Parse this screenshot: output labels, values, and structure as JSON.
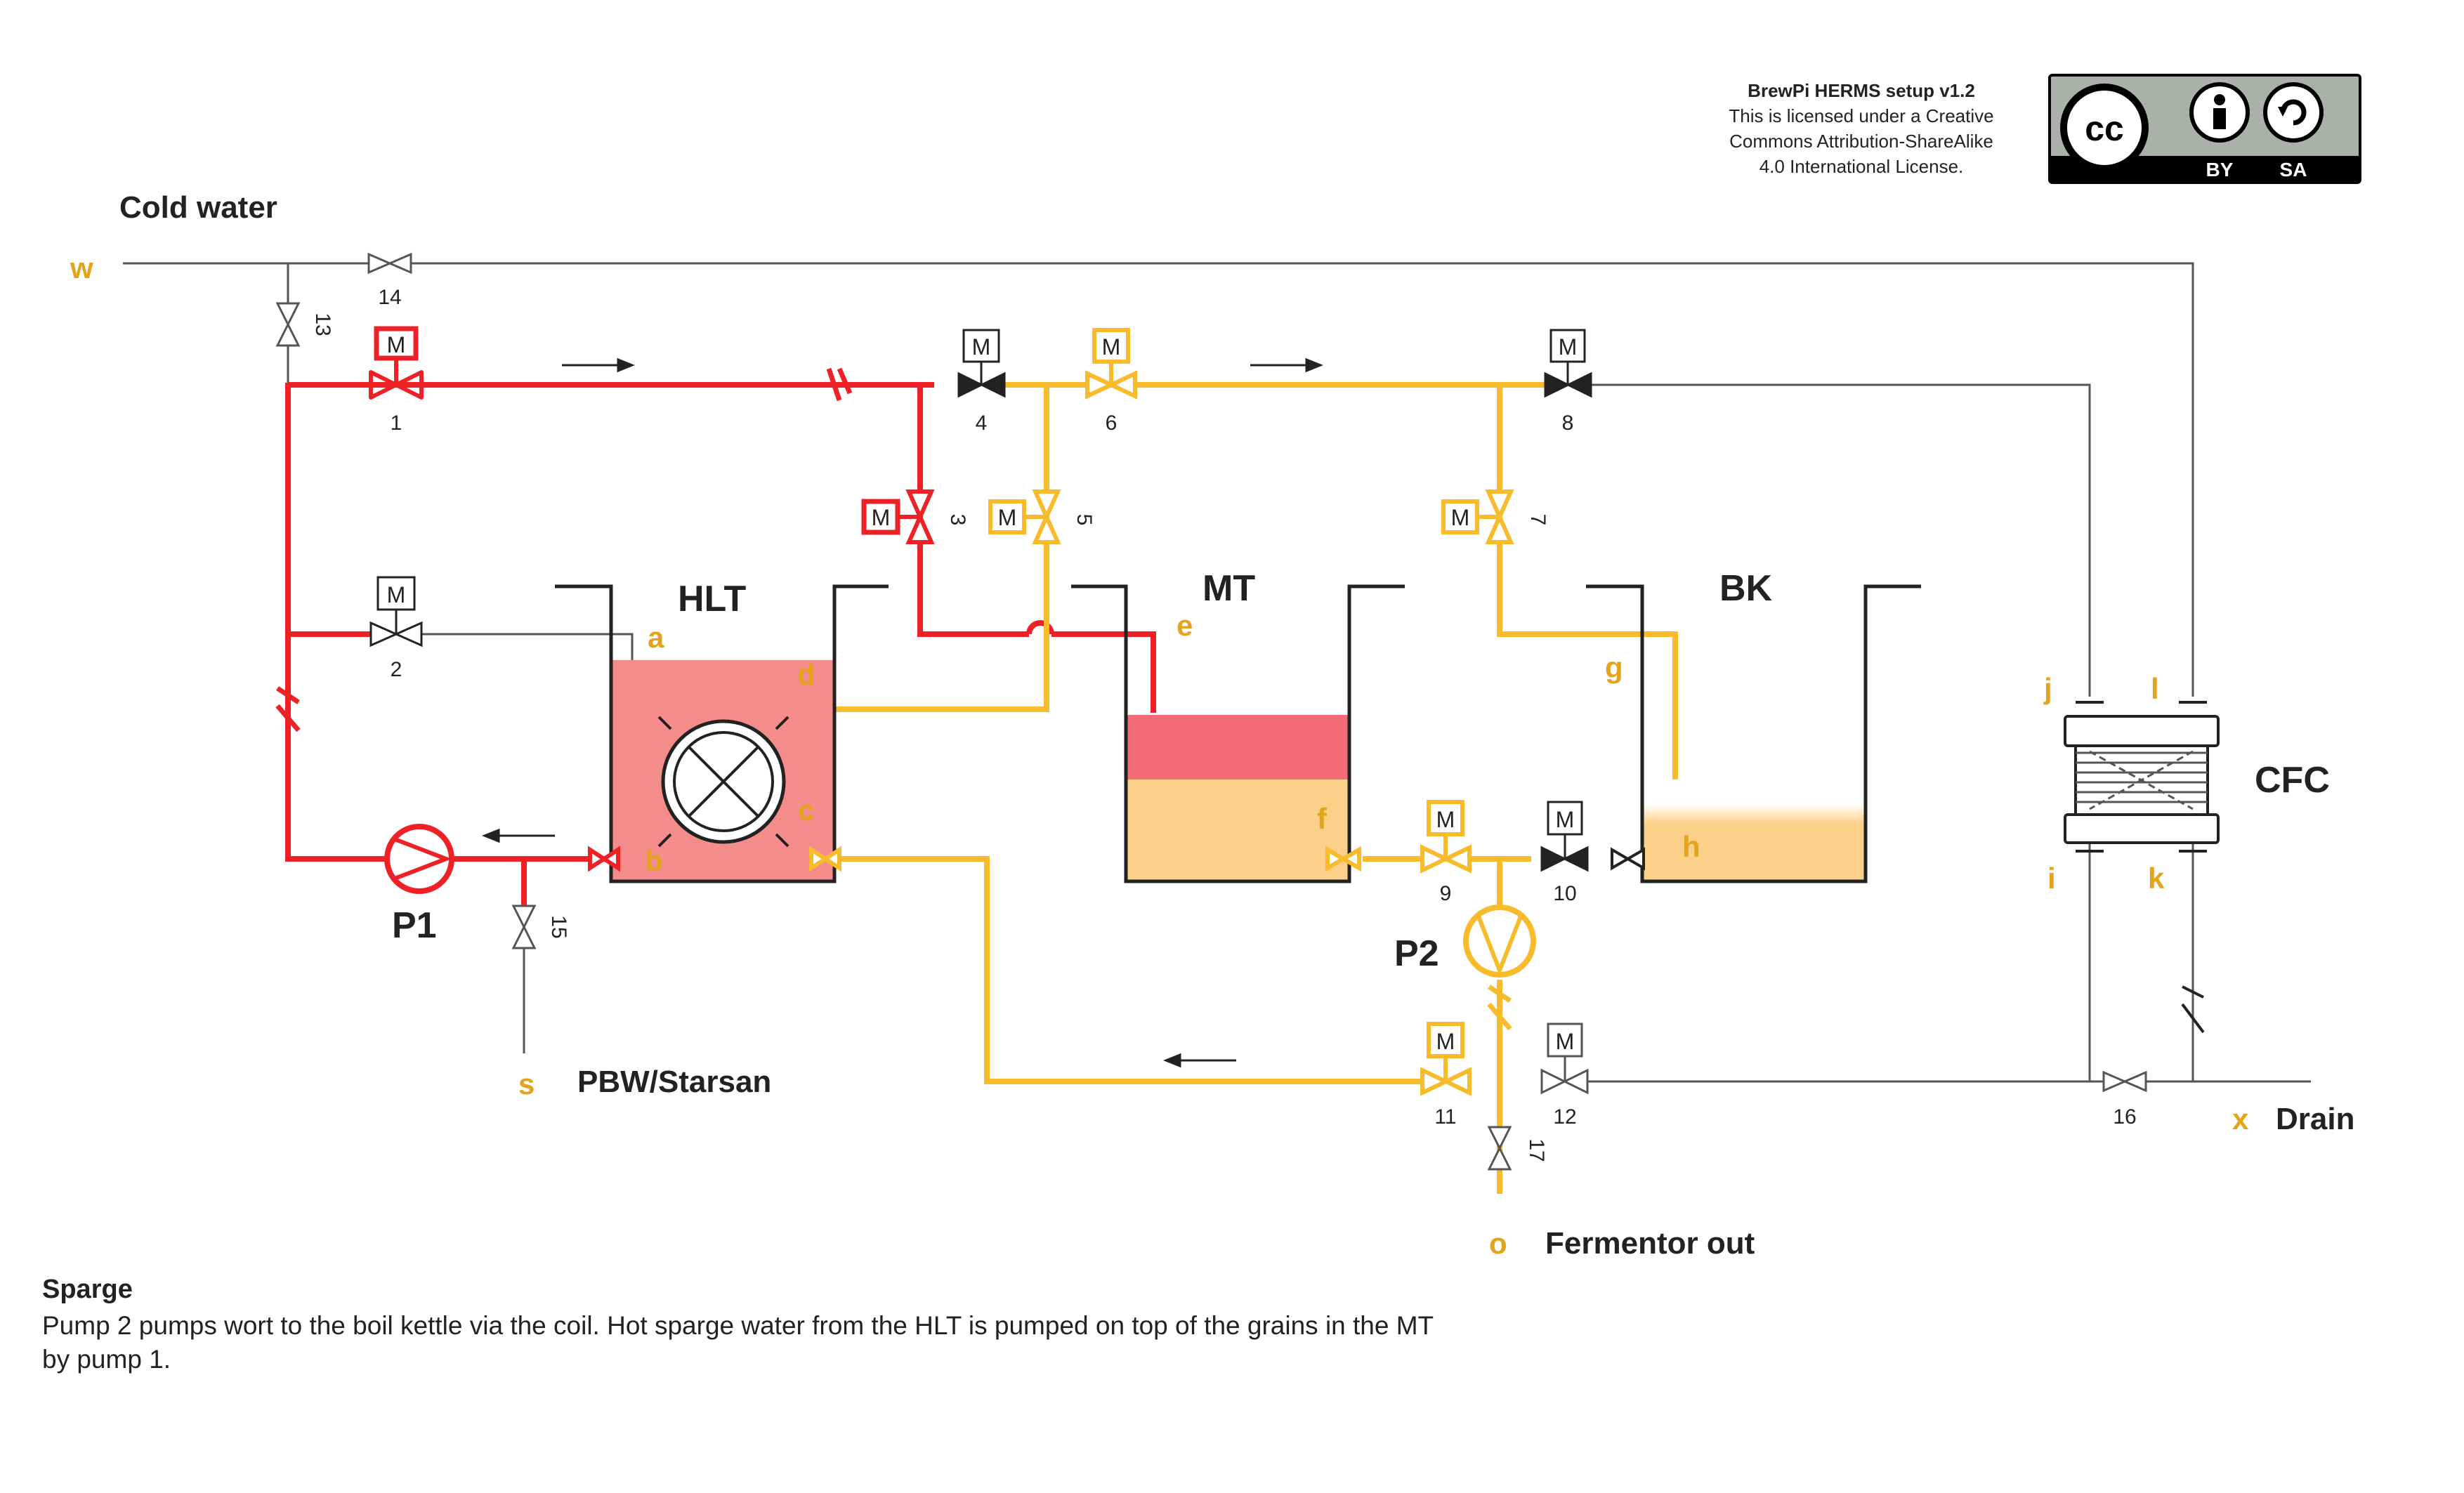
{
  "license": {
    "title": "BrewPi HERMS setup v1.2",
    "line1": "This is licensed under a Creative",
    "line2": "Commons Attribution-ShareAlike",
    "line3": "4.0 International License.",
    "badge_cc": "cc",
    "badge_by": "BY",
    "badge_sa": "SA"
  },
  "labels": {
    "cold_water": "Cold water",
    "pbw": "PBW/Starsan",
    "drain": "Drain",
    "fermentor": "Fermentor out",
    "hlt": "HLT",
    "mt": "MT",
    "bk": "BK",
    "cfc": "CFC",
    "p1": "P1",
    "p2": "P2",
    "motor": "M"
  },
  "ports": {
    "w": "w",
    "s": "s",
    "x": "x",
    "o": "o",
    "a": "a",
    "b": "b",
    "c": "c",
    "d": "d",
    "e": "e",
    "f": "f",
    "g": "g",
    "h": "h",
    "i": "i",
    "j": "j",
    "k": "k",
    "l": "l"
  },
  "valves": {
    "v1": "1",
    "v2": "2",
    "v3": "3",
    "v4": "4",
    "v5": "5",
    "v6": "6",
    "v7": "7",
    "v8": "8",
    "v9": "9",
    "v10": "10",
    "v11": "11",
    "v12": "12",
    "v13": "13",
    "v14": "14",
    "v15": "15",
    "v16": "16",
    "v17": "17"
  },
  "description": {
    "title": "Sparge",
    "body": "Pump 2 pumps wort to the boil kettle via the coil. Hot sparge water from the HLT is pumped on top of the grains in the MT by pump 1."
  },
  "colors": {
    "hot_water": "#EE2226",
    "wort": "#F8BB2C",
    "line": "#555555",
    "hlt_fill": "#F58C8C",
    "mt_top_fill": "#F36C78",
    "wort_fill": "#FDD08A"
  }
}
